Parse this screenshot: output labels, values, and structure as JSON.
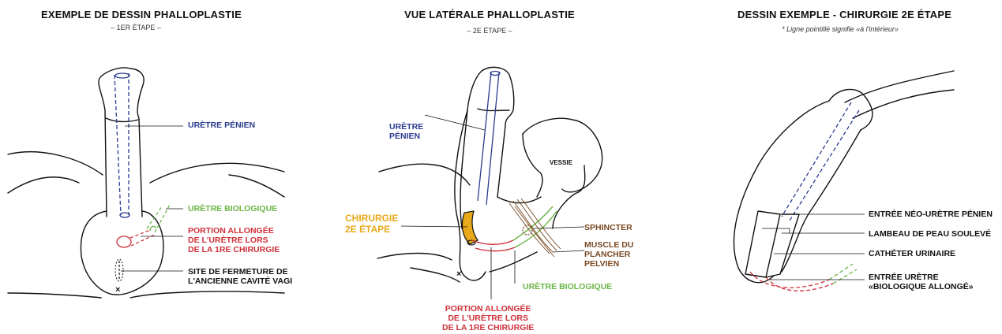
{
  "panels": [
    {
      "title": "EXEMPLE DE DESSIN  PHALLOPLASTIE",
      "subtitle": "– 1ER ÉTAPE –",
      "labels": {
        "uretre_penien": "URÈTRE PÉNIEN",
        "uretre_biologique": "URÈTRE BIOLOGIQUE",
        "portion": [
          "PORTION ALLONGÉE",
          "DE L'URÈTRE LORS",
          "DE LA 1RE CHIRURGIE"
        ],
        "site": [
          "SITE DE FERMETURE DE",
          "L'ANCIENNE CAVITÉ VAGI"
        ],
        "x_mark": "×"
      }
    },
    {
      "title": "VUE LATÉRALE PHALLOPLASTIE",
      "subtitle": "– 2E ÉTAPE –",
      "labels": {
        "uretre_penien": [
          "URÈTRE",
          "PÉNIEN"
        ],
        "vessie": "VESSIE",
        "chirurgie": [
          "CHIRURGIE",
          "2E ÉTAPE"
        ],
        "sphincter": "SPHINCTER",
        "muscle": [
          "MUSCLE DU",
          "PLANCHER",
          "PELVIEN"
        ],
        "uretre_biologique": "URÈTRE BIOLOGIQUE",
        "portion": [
          "PORTION ALLONGÉE",
          "DE L'URÈTRE LORS",
          "DE LA 1RE CHIRURGIE"
        ],
        "x_mark": "×"
      }
    },
    {
      "title": "DESSIN EXEMPLE  - CHIRURGIE 2E  ÉTAPE",
      "subtitle": "* Ligne pointillé signifie «à l'intérieur»",
      "labels": {
        "entree_neo": "ENTRÉE NÉO-URÈTRE PÉNIEN",
        "lambeau": "LAMBEAU DE PEAU SOULEVÉ",
        "catheter": "CATHÉTER URINAIRE",
        "entree_uretre": [
          "ENTRÉE URÈTRE",
          "«BIOLOGIQUE ALLONGÉ»"
        ]
      }
    }
  ],
  "colors": {
    "blue": "#2b3a8f",
    "green": "#6ab545",
    "red": "#d0303a",
    "brown": "#7a4a23",
    "orange": "#e8a91a"
  }
}
